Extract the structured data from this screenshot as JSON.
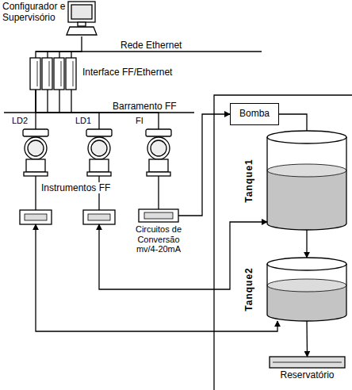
{
  "diagram": {
    "nodes": [
      {
        "text": [
          "Configurador e Supervisório"
        ]
      },
      {
        "text": [
          "Interface FF/Ethernet"
        ]
      },
      {
        "text": [
          "LD2"
        ]
      },
      {
        "text": [
          "LD1"
        ]
      },
      {
        "text": [
          "FI"
        ]
      },
      {
        "text": [
          "Circuitos de Conversão mv/4-20mA"
        ]
      },
      {
        "text": [
          "Bomba"
        ]
      },
      {
        "text": [
          "Tanque1"
        ]
      },
      {
        "text": [
          "Tanque2"
        ]
      },
      {
        "text": [
          "Reservatório"
        ]
      }
    ],
    "edges": [
      {
        "from": 0,
        "to": 1,
        "arrow": "none"
      },
      {
        "from": 1,
        "to": 2,
        "arrow": "none"
      },
      {
        "from": 1,
        "to": 3,
        "arrow": "none"
      },
      {
        "from": 1,
        "to": 4,
        "arrow": "none"
      },
      {
        "from": 4,
        "to": 5,
        "arrow": "none"
      },
      {
        "from": 5,
        "to": 6,
        "arrow": "to"
      },
      {
        "from": 6,
        "to": 7,
        "arrow": "none"
      },
      {
        "from": 7,
        "to": 8,
        "arrow": "to"
      },
      {
        "from": 8,
        "to": 9,
        "arrow": "to"
      },
      {
        "from": 3,
        "to": 7,
        "arrow": "both"
      },
      {
        "from": 2,
        "to": 8,
        "arrow": "both"
      }
    ],
    "labels": [
      "Rede Ethernet",
      "Barramento FF",
      "Instrumentos FF"
    ]
  }
}
